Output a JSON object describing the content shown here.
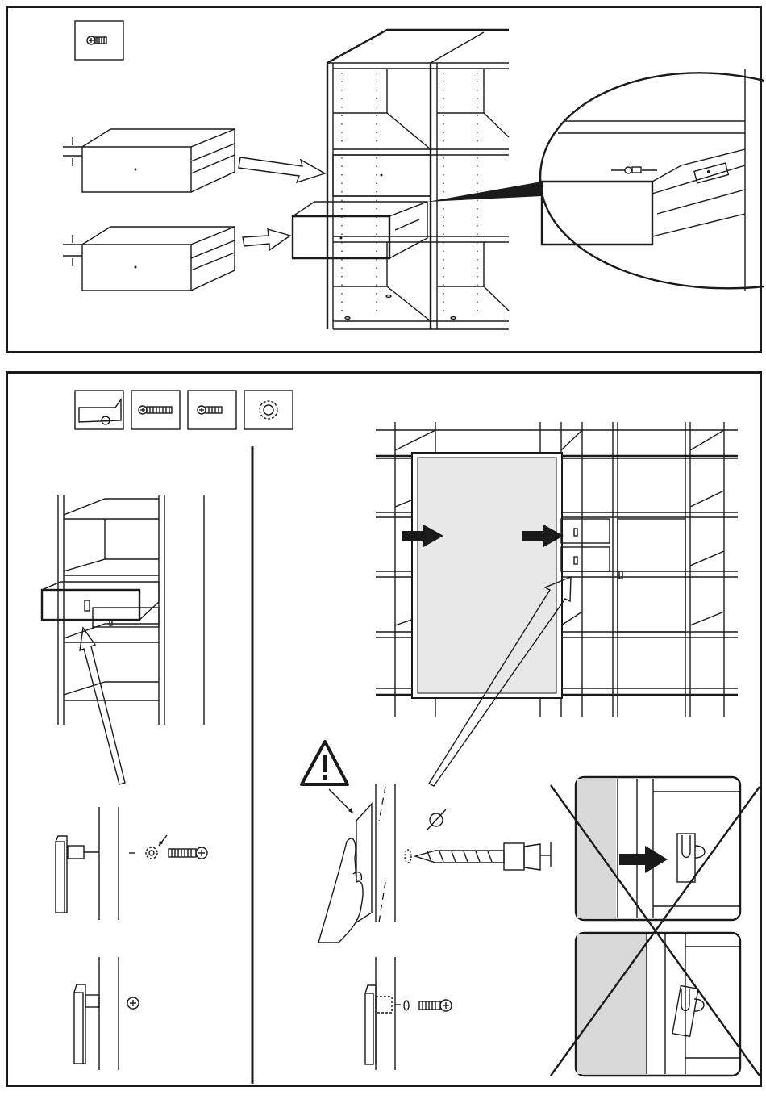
{
  "document": {
    "type": "assembly-instructions",
    "steps": [
      {
        "id": "step-drawers",
        "parts": [
          "screw-icon"
        ],
        "description_icons": [
          "drawer-icon",
          "arrow-icon",
          "cabinet-icon",
          "magnifier-detail-icon"
        ]
      },
      {
        "id": "step-lock",
        "parts": [
          "lock-cylinder-icon",
          "long-screw-icon",
          "short-screw-icon",
          "washer-icon"
        ],
        "warning": "!"
      }
    ]
  },
  "colors": {
    "ink": "#1a1a1a",
    "paper": "#ffffff",
    "glass": "#e8e8e8"
  }
}
